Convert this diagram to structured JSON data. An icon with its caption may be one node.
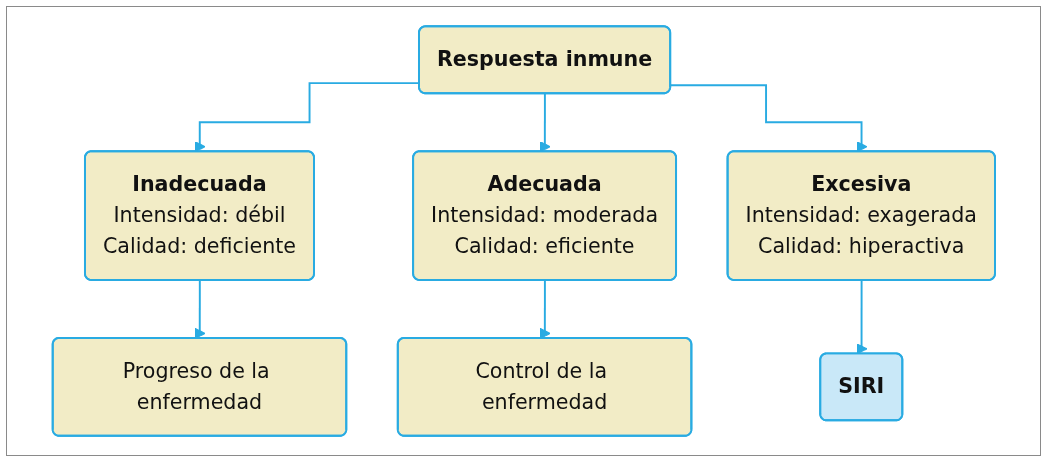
{
  "diagram": {
    "nodes": [
      {
        "text": [
          "Respuesta inmune"
        ]
      },
      {
        "text": [
          "Inadecuada",
          "Intensidad: débil",
          "Calidad: deficiente"
        ]
      },
      {
        "text": [
          "Adecuada",
          "Intensidad: moderada",
          "Calidad: eficiente"
        ]
      },
      {
        "text": [
          "Excesiva",
          "Intensidad: exagerada",
          "Calidad: hiperactiva"
        ]
      },
      {
        "text": [
          "Progreso de la enfermedad"
        ]
      },
      {
        "text": [
          "Control de la enfermedad"
        ]
      },
      {
        "text": [
          "SIRI"
        ]
      }
    ],
    "edges": [
      {
        "from": 0,
        "to": 1,
        "arrow": "to"
      },
      {
        "from": 0,
        "to": 2,
        "arrow": "to"
      },
      {
        "from": 0,
        "to": 3,
        "arrow": "to"
      },
      {
        "from": 1,
        "to": 4,
        "arrow": "to"
      },
      {
        "from": 2,
        "to": 5,
        "arrow": "to"
      },
      {
        "from": 3,
        "to": 6,
        "arrow": "to"
      }
    ]
  }
}
